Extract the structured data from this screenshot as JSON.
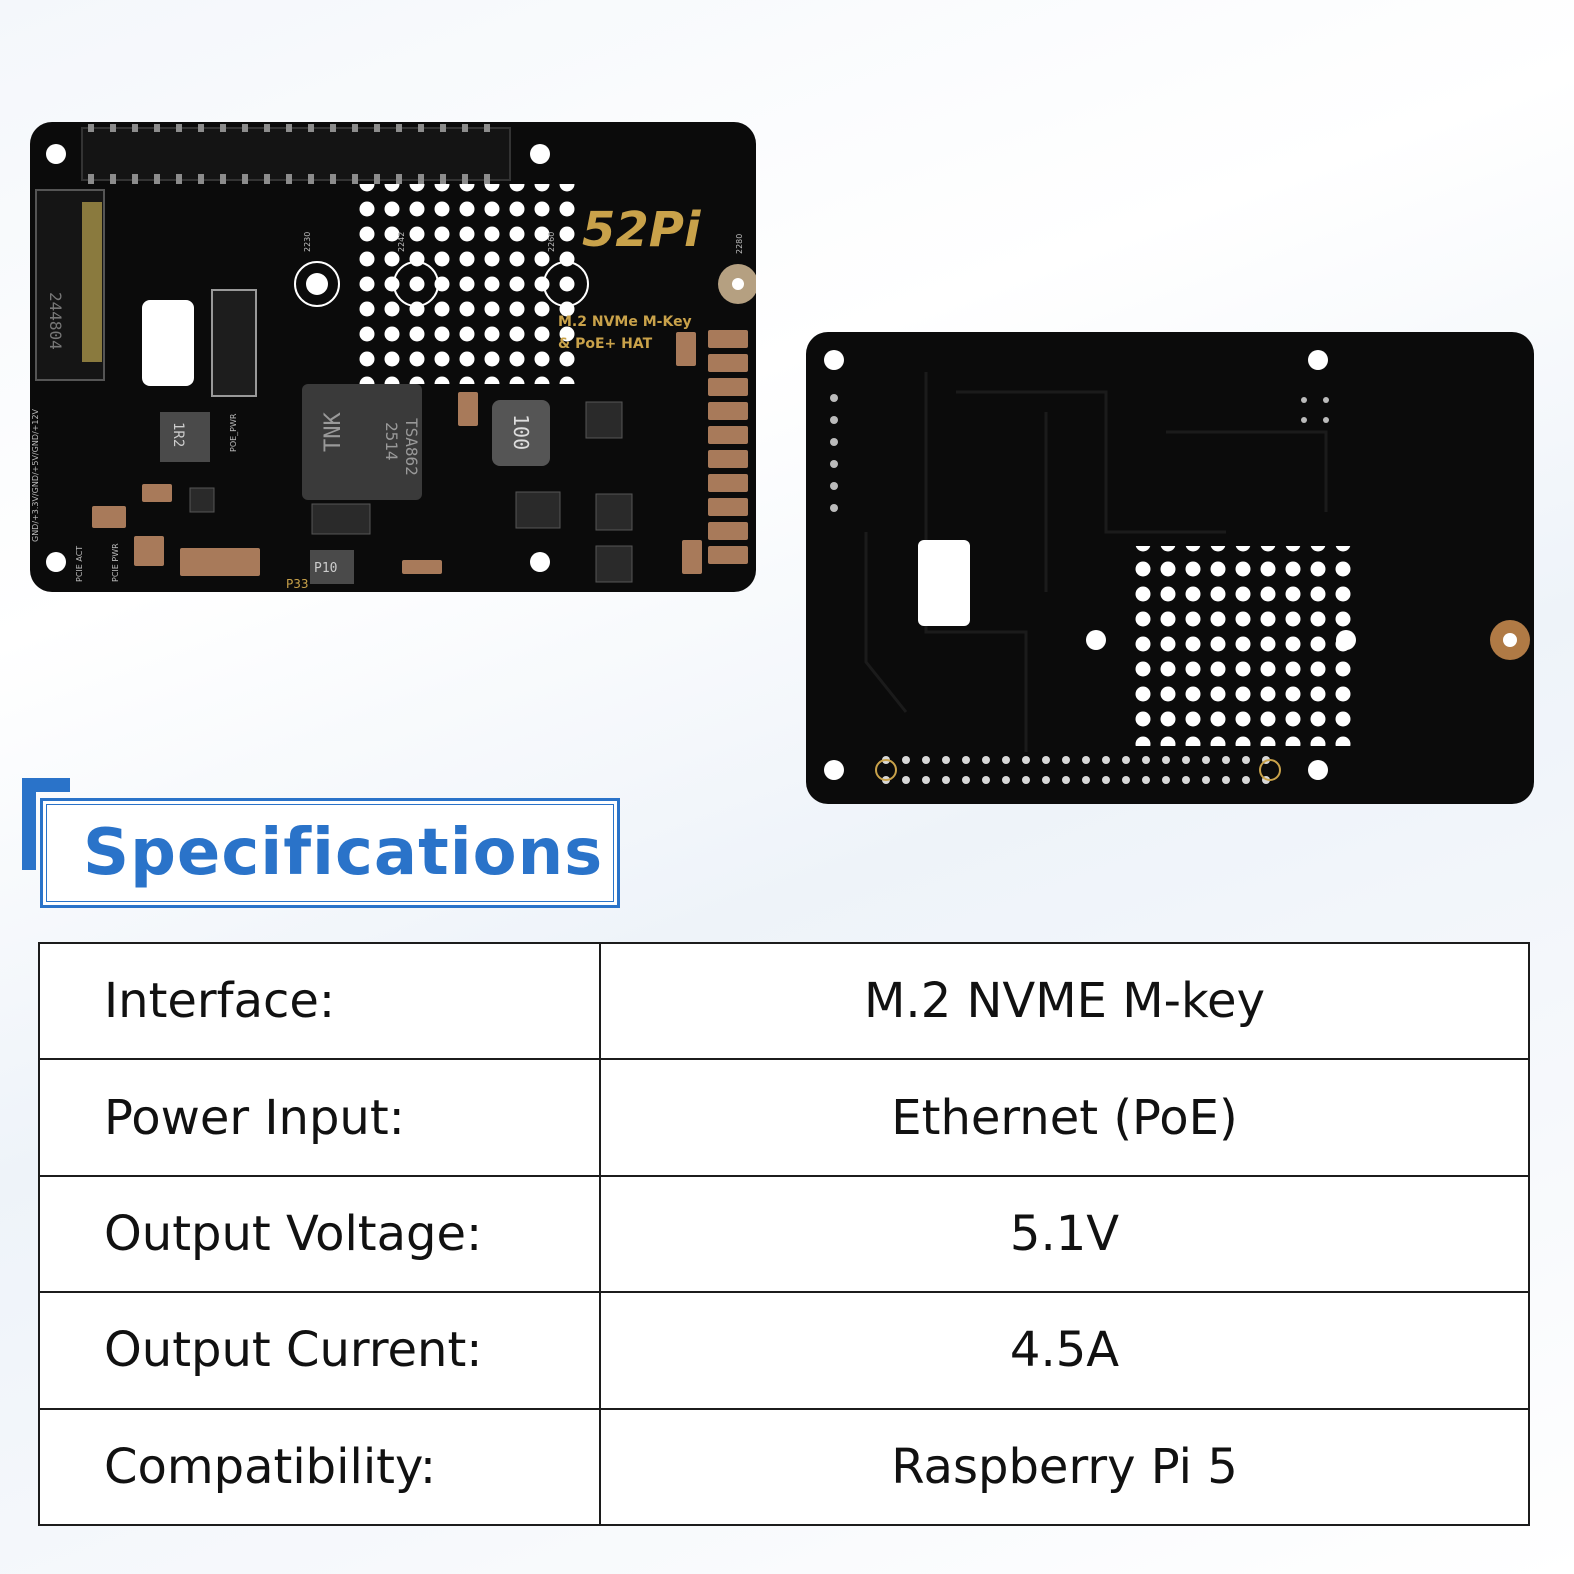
{
  "board_front": {
    "brand": "52Pi",
    "title_line1": "M.2 NVMe M-Key",
    "title_line2": "& PoE+ HAT",
    "marks": [
      "244804",
      "2230",
      "2242",
      "2260",
      "2280",
      "TNK",
      "2514",
      "TSA862",
      "100",
      "1R2",
      "P10",
      "P33",
      "POE_PWR",
      "PCIE ACT",
      "PCIE PWR",
      "GND/+3.3V/GND/+5V/GND/+12V"
    ]
  },
  "board_back": {},
  "specifications": {
    "title": "Specifications",
    "rows": [
      {
        "label": "Interface:",
        "value": "M.2 NVME M-key"
      },
      {
        "label": "Power Input:",
        "value": "Ethernet (PoE)"
      },
      {
        "label": "Output Voltage:",
        "value": "5.1V"
      },
      {
        "label": "Output Current:",
        "value": "4.5A"
      },
      {
        "label": "Compatibility:",
        "value": "Raspberry Pi 5"
      }
    ]
  },
  "colors": {
    "accent": "#2a73c9",
    "pcb": "#0b0b0b",
    "gold": "#c9a24a",
    "pad": "#a87a5a"
  }
}
